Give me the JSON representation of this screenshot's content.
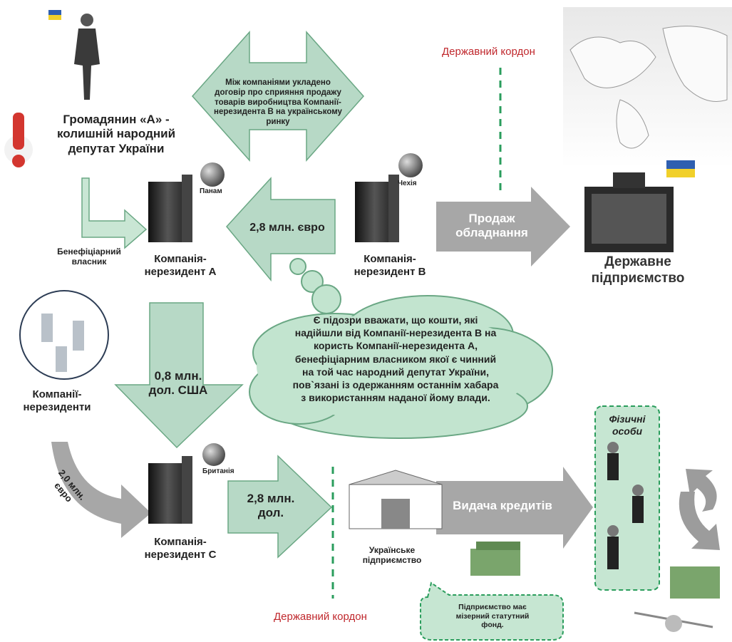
{
  "citizen": {
    "line1": "Громадянин «А» -",
    "line2": "колишній народний",
    "line3": "депутат України"
  },
  "agreement_text": [
    "Між компаніями укладено",
    "договір про сприяння продажу",
    "товарів виробництва Компанії-",
    "нерезидента  В на українському",
    "ринку"
  ],
  "border_label": "Державний  кордон",
  "beneficiary": {
    "line1": "Бенефіціарний",
    "line2": "власник"
  },
  "company_a": {
    "line1": "Компанія-",
    "line2": "нерезидент А",
    "country": "Панам"
  },
  "company_b": {
    "line1": "Компанія-",
    "line2": "нерезидент В",
    "country": "Чехія"
  },
  "company_c": {
    "line1": "Компанія-",
    "line2": "нерезидент С",
    "country": "Британія"
  },
  "amount_28_eur": "2,8 млн. євро",
  "sale_arrow": {
    "line1": "Продаж",
    "line2": "обладнання"
  },
  "state_enterprise": {
    "line1": "Державне",
    "line2": "підприємство"
  },
  "amount_08": {
    "line1": "0,8 млн.",
    "line2": "дол. США"
  },
  "nonresidents": {
    "line1": "Компанії-",
    "line2": "нерезиденти"
  },
  "suspicion_text": [
    "Є підозри вважати, що кошти, які",
    "надійшли від Компанії-нерезидента В на",
    "користь Компанії-нерезидента А,",
    "бенефіціарним власником якої є чинний",
    "на той час народний депутат України,",
    "пов`язані із одержанням останнім хабара",
    "з використанням наданої йому влади."
  ],
  "amount_20_eur": {
    "line1": "2,0 млн.",
    "line2": "євро"
  },
  "amount_28_usd": {
    "line1": "2,8 млн.",
    "line2": "дол."
  },
  "ukr_enterprise": {
    "line1": "Українське",
    "line2": "підприємство"
  },
  "credits_arrow": "Видача кредитів",
  "individuals": {
    "line1": "Фізичні",
    "line2": "особи"
  },
  "callout": {
    "line1": "Підприємство має",
    "line2": "мізерний статутний",
    "line3": "фонд."
  },
  "colors": {
    "arrow_green": "#b7d9c6",
    "arrow_green_dark": "#6aa784",
    "arrow_gray": "#a7a7a7",
    "border_green": "#2a9d5c",
    "text_red": "#c0282d"
  }
}
